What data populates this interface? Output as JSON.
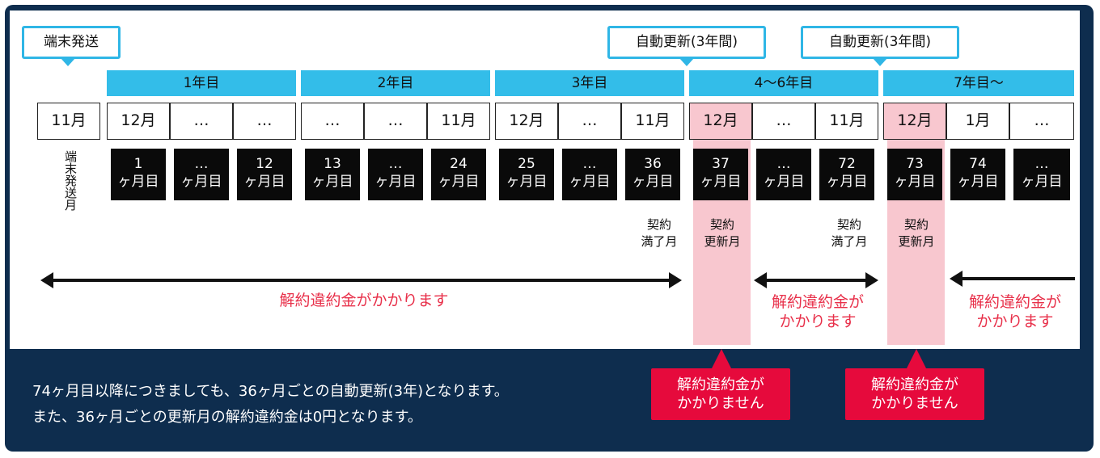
{
  "callouts": {
    "shipping": "端末発送",
    "auto_renew_1": "自動更新(3年間)",
    "auto_renew_2": "自動更新(3年間)"
  },
  "years": [
    "1年目",
    "2年目",
    "3年目",
    "4〜6年目",
    "7年目〜"
  ],
  "months": {
    "m0": "11月",
    "m1": "12月",
    "m2": "…",
    "m3": "…",
    "m4": "…",
    "m5": "…",
    "m6": "11月",
    "m7": "12月",
    "m8": "…",
    "m9": "11月",
    "m10": "12月",
    "m11": "…",
    "m12": "11月",
    "m13": "12月",
    "m14": "1月",
    "m15": "…"
  },
  "counts": {
    "c1": {
      "num": "1",
      "unit": "ヶ月目"
    },
    "c2": {
      "num": "…",
      "unit": "ヶ月目"
    },
    "c3": {
      "num": "12",
      "unit": "ヶ月目"
    },
    "c4": {
      "num": "13",
      "unit": "ヶ月目"
    },
    "c5": {
      "num": "…",
      "unit": "ヶ月目"
    },
    "c6": {
      "num": "24",
      "unit": "ヶ月目"
    },
    "c7": {
      "num": "25",
      "unit": "ヶ月目"
    },
    "c8": {
      "num": "…",
      "unit": "ヶ月目"
    },
    "c9": {
      "num": "36",
      "unit": "ヶ月目"
    },
    "c10": {
      "num": "37",
      "unit": "ヶ月目"
    },
    "c11": {
      "num": "…",
      "unit": "ヶ月目"
    },
    "c12": {
      "num": "72",
      "unit": "ヶ月目"
    },
    "c13": {
      "num": "73",
      "unit": "ヶ月目"
    },
    "c14": {
      "num": "74",
      "unit": "ヶ月目"
    },
    "c15": {
      "num": "…",
      "unit": "ヶ月目"
    }
  },
  "vertical_label": "端末発送月",
  "labels": {
    "expire_1_a": "契約",
    "expire_1_b": "満了月",
    "renew_1_a": "契約",
    "renew_1_b": "更新月",
    "expire_2_a": "契約",
    "expire_2_b": "満了月",
    "renew_2_a": "契約",
    "renew_2_b": "更新月"
  },
  "fee_texts": {
    "main": "解約違約金がかかります",
    "mid_a": "解約違約金が",
    "mid_b": "かかります",
    "right_a": "解約違約金が",
    "right_b": "かかります"
  },
  "no_fee": {
    "box1_a": "解約違約金が",
    "box1_b": "かかりません",
    "box2_a": "解約違約金が",
    "box2_b": "かかりません"
  },
  "notes": {
    "line1": "74ヶ月目以降につきましても、36ヶ月ごとの自動更新(3年)となります。",
    "line2": "また、36ヶ月ごとの更新月の解約違約金は0円となります。"
  },
  "colors": {
    "frame": "#0e2d4e",
    "year_bar": "#33bde9",
    "callout_border": "#2fb6e6",
    "pink": "#f8c7cf",
    "red_text": "#e8304a",
    "red_box": "#e60a3c"
  }
}
